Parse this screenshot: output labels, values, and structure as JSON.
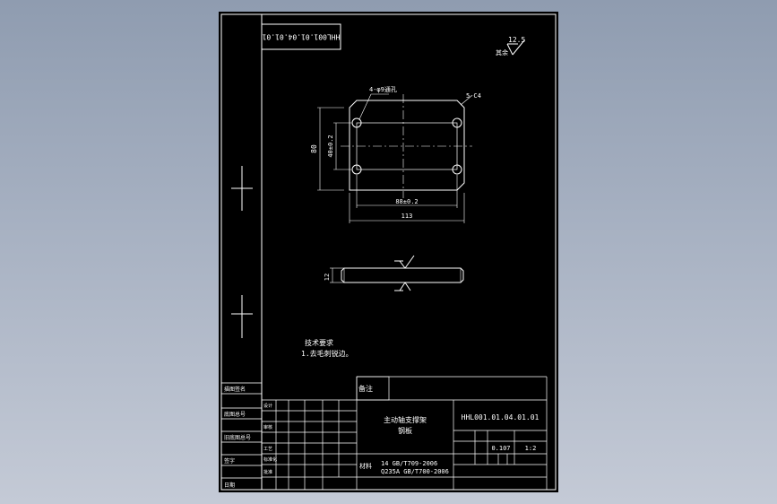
{
  "drawing": {
    "rotated_drawing_no": "HHL001.01.04.01.01",
    "roughness": "12.5",
    "roughness_prefix": "其余",
    "chamfer_note": "5-C4",
    "hole_note": "4-φ9通孔",
    "dimensions": {
      "hole_spacing_vertical": "40±0.2",
      "overall_height": "80",
      "hole_spacing_horizontal": "88±0.2",
      "overall_width": "113",
      "thickness": "12"
    },
    "tech_requirements_title": "技术要求",
    "tech_requirements_item": "1.去毛刺锐边。"
  },
  "title_block": {
    "remark_label": "备注",
    "part_name_line1": "主动轴支撑架",
    "part_name_line2": "钢板",
    "drawing_no": "HHL001.01.04.01.01",
    "material_label": "材料",
    "material_line1": "14    GB/T709-2006",
    "material_line2": "Q235A GB/T700-2006",
    "weight": "0.107",
    "scale": "1:2",
    "left_labels": [
      "描图签名",
      "底图总号",
      "旧底图总号",
      "签字",
      "日期"
    ],
    "row_labels": [
      "设计",
      "审核",
      "工艺",
      "标准化",
      "批准"
    ]
  }
}
